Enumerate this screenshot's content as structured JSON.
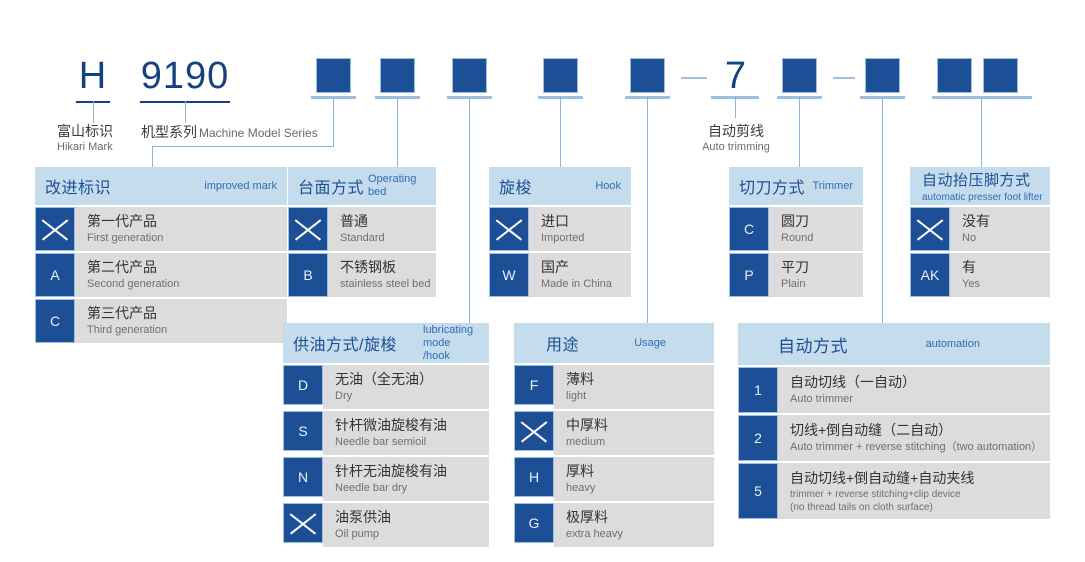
{
  "model_code": {
    "brand_letter": "H",
    "series_number": "9190",
    "auto_trim_number": "7",
    "separator": "—"
  },
  "captions": [
    {
      "cn": "富山标识",
      "en": "Hikari Mark"
    },
    {
      "cn": "机型系列",
      "en": "Machine Model Series"
    },
    {
      "cn": "自动剪线",
      "en": "Auto trimming"
    }
  ],
  "tables": {
    "improved_mark": {
      "head_cn": "改进标识",
      "head_en": "improved mark",
      "rows": [
        {
          "key": "",
          "x": true,
          "cn": "第一代产品",
          "en": "First generation"
        },
        {
          "key": "A",
          "x": false,
          "cn": "第二代产品",
          "en": "Second generation"
        },
        {
          "key": "C",
          "x": false,
          "cn": "第三代产品",
          "en": "Third generation"
        }
      ]
    },
    "operating_bed": {
      "head_cn": "台面方式",
      "head_en": "Operating bed",
      "rows": [
        {
          "key": "",
          "x": true,
          "cn": "普通",
          "en": "Standard"
        },
        {
          "key": "B",
          "x": false,
          "cn": "不锈钢板",
          "en": "stainless steel bed"
        }
      ]
    },
    "hook": {
      "head_cn": "旋梭",
      "head_en": "Hook",
      "rows": [
        {
          "key": "",
          "x": true,
          "cn": "进口",
          "en": "Imported"
        },
        {
          "key": "W",
          "x": false,
          "cn": "国产",
          "en": "Made in China"
        }
      ]
    },
    "trimmer": {
      "head_cn": "切刀方式",
      "head_en": "Trimmer",
      "rows": [
        {
          "key": "C",
          "x": false,
          "cn": "圆刀",
          "en": "Round"
        },
        {
          "key": "P",
          "x": false,
          "cn": "平刀",
          "en": "Plain"
        }
      ]
    },
    "presser_foot_lifter": {
      "head_cn": "自动抬压脚方式",
      "head_en": "automatic presser foot lifter",
      "rows": [
        {
          "key": "",
          "x": true,
          "cn": "没有",
          "en": "No"
        },
        {
          "key": "AK",
          "x": false,
          "cn": "有",
          "en": "Yes"
        }
      ]
    },
    "lubricating": {
      "head_cn": "供油方式/旋梭",
      "head_en": "lubricating mode /hook",
      "rows": [
        {
          "key": "D",
          "x": false,
          "cn": "无油（全无油）",
          "en": "Dry"
        },
        {
          "key": "S",
          "x": false,
          "cn": "针杆微油旋梭有油",
          "en": "Needle bar semioil"
        },
        {
          "key": "N",
          "x": false,
          "cn": "针杆无油旋梭有油",
          "en": " Needle bar dry"
        },
        {
          "key": "",
          "x": true,
          "cn": "油泵供油",
          "en": "Oil pump"
        }
      ]
    },
    "usage": {
      "head_cn": "用途",
      "head_en": "Usage",
      "rows": [
        {
          "key": "F",
          "x": false,
          "cn": "薄料",
          "en": "light"
        },
        {
          "key": "",
          "x": true,
          "cn": "中厚料",
          "en": "medium"
        },
        {
          "key": "H",
          "x": false,
          "cn": "厚料",
          "en": "heavy"
        },
        {
          "key": "G",
          "x": false,
          "cn": "极厚料",
          "en": "extra heavy"
        }
      ]
    },
    "automation": {
      "head_cn": "自动方式",
      "head_en": "automation",
      "rows": [
        {
          "key": "1",
          "x": false,
          "cn": "自动切线（一自动）",
          "en": "Auto trimmer",
          "en2": ""
        },
        {
          "key": "2",
          "x": false,
          "cn": "切线+倒自动缝（二自动）",
          "en": "Auto trimmer + reverse stitching（two automation）",
          "en2": ""
        },
        {
          "key": "5",
          "x": false,
          "cn": "自动切线+倒自动缝+自动夹线",
          "en": "trimmer + reverse stitching+clip device",
          "en2": "(no thread tails on cloth surface)"
        }
      ]
    }
  },
  "colors": {
    "dark_blue": "#1c4f96",
    "head_blue": "#c5dced",
    "row_grey": "#dcdcdc",
    "line_blue": "#8fb4d9"
  }
}
